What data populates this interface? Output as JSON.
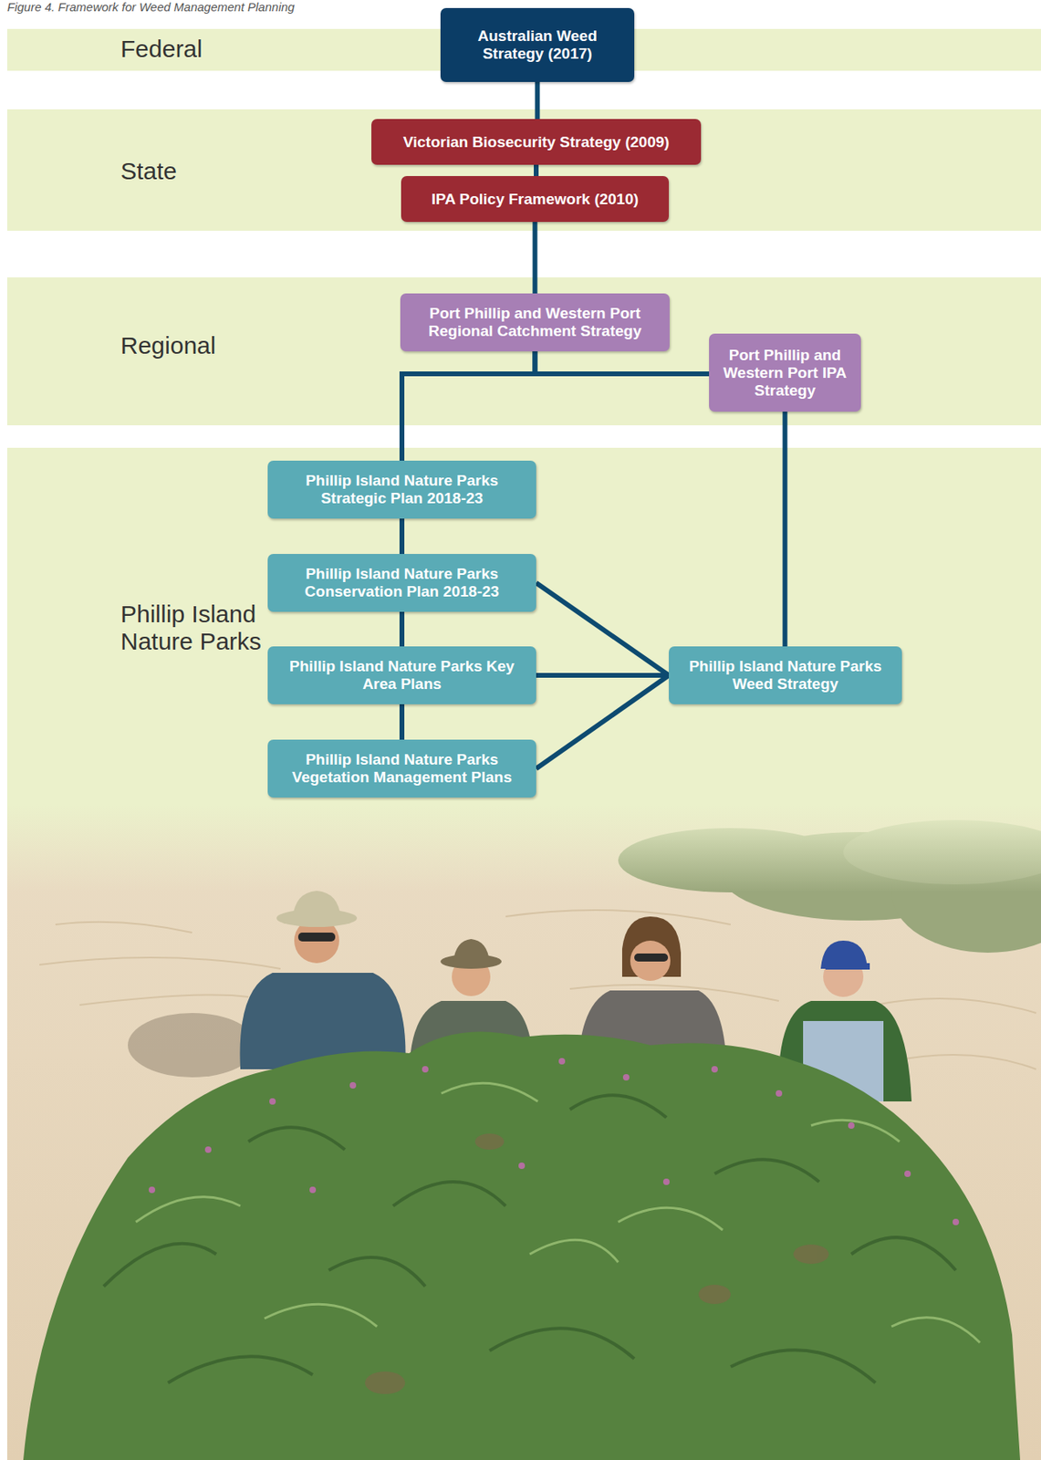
{
  "diagram": {
    "caption": "Figure 4. Framework for Weed Management Planning",
    "nodes": [
      {
        "text": [
          "Federal"
        ]
      },
      {
        "text": [
          "Australian Weed Strategy (2017)"
        ],
        "in": 0
      },
      {
        "text": [
          "State"
        ]
      },
      {
        "text": [
          "Victorian Biosecurity Strategy (2009)"
        ],
        "in": 2
      },
      {
        "text": [
          "IPA Policy Framework (2010)"
        ],
        "in": 2
      },
      {
        "text": [
          "Regional"
        ]
      },
      {
        "text": [
          "Port Phillip and Western Port Regional Catchment Strategy"
        ],
        "in": 5
      },
      {
        "text": [
          "Port Phillip and Western Port IPA Strategy"
        ],
        "in": 5
      },
      {
        "text": [
          "Phillip Island Nature Parks"
        ]
      },
      {
        "text": [
          "Phillip Island Nature Parks Strategic Plan 2018-23"
        ],
        "in": 8
      },
      {
        "text": [
          "Phillip Island Nature Parks Conservation Plan 2018-23"
        ],
        "in": 8
      },
      {
        "text": [
          "Phillip Island Nature Parks Key Area Plans"
        ],
        "in": 8
      },
      {
        "text": [
          "Phillip Island Nature Parks Vegetation Management Plans"
        ],
        "in": 8
      },
      {
        "text": [
          "Phillip Island Nature Parks Weed Strategy"
        ],
        "in": 8
      }
    ],
    "edges": [
      {
        "from": 1,
        "to": 3,
        "arrow": "none"
      },
      {
        "from": 3,
        "to": 4,
        "arrow": "none"
      },
      {
        "from": 4,
        "to": 6,
        "arrow": "none"
      },
      {
        "from": 6,
        "to": 9,
        "arrow": "none"
      },
      {
        "from": 6,
        "to": 7,
        "arrow": "none"
      },
      {
        "from": 7,
        "to": 13,
        "arrow": "none"
      },
      {
        "from": 9,
        "to": 10,
        "arrow": "none"
      },
      {
        "from": 10,
        "to": 11,
        "arrow": "none"
      },
      {
        "from": 11,
        "to": 12,
        "arrow": "none"
      },
      {
        "from": 10,
        "to": 13,
        "arrow": "none"
      },
      {
        "from": 11,
        "to": 13,
        "arrow": "none"
      },
      {
        "from": 12,
        "to": 13,
        "arrow": "none"
      }
    ]
  }
}
